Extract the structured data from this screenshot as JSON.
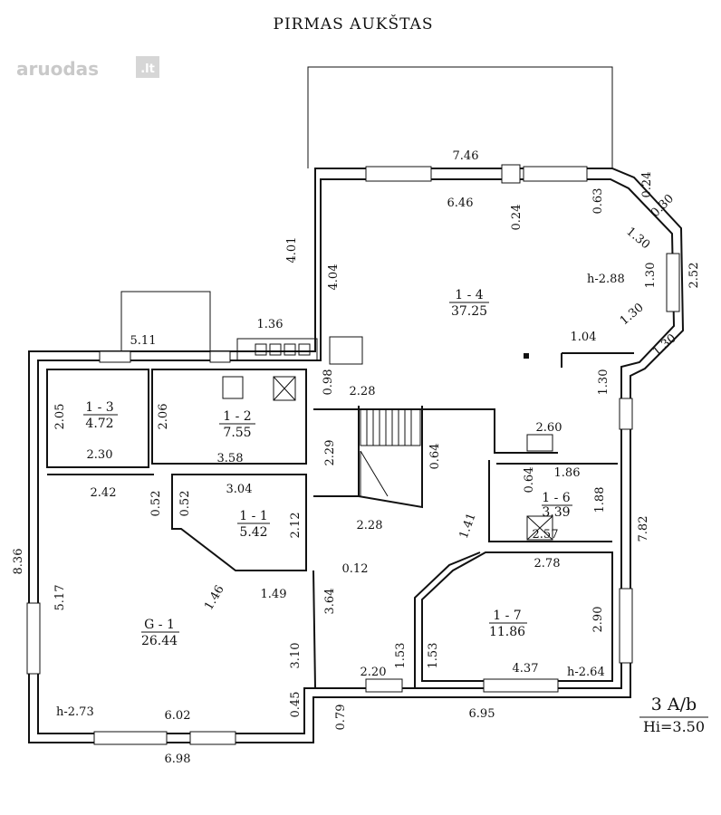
{
  "title": "PIRMAS AUKŠTAS",
  "watermark": {
    "text": "aruodas",
    "tld": ".lt"
  },
  "rooms": [
    {
      "id": "1 - 4",
      "area": "37.25"
    },
    {
      "id": "1 - 3",
      "area": "4.72"
    },
    {
      "id": "1 - 2",
      "area": "7.55"
    },
    {
      "id": "1 - 1",
      "area": "5.42"
    },
    {
      "id": "1 - 6",
      "area": "3.39"
    },
    {
      "id": "1 - 7",
      "area": "11.86"
    },
    {
      "id": "G - 1",
      "area": "26.44"
    }
  ],
  "heights": [
    "h-2.88",
    "h-2.64",
    "h-2.73"
  ],
  "stamp": {
    "line1": "3 A/b",
    "line2": "Hi=3.50"
  },
  "dimensions": [
    "7.46",
    "6.46",
    "0.24",
    "0.63",
    "0.24",
    "0.30",
    "1.30",
    "1.30",
    "2.52",
    "1.30",
    "1.30",
    "4.01",
    "4.04",
    "1.04",
    "1.30",
    "1.36",
    "5.11",
    "0.98",
    "2.28",
    "2.05",
    "2.30",
    "2.06",
    "3.58",
    "2.60",
    "2.29",
    "0.64",
    "0.64",
    "1.86",
    "1.88",
    "2.57",
    "2.42",
    "0.52",
    "0.52",
    "3.04",
    "2.12",
    "2.28",
    "1.41",
    "2.78",
    "7.82",
    "8.36",
    "5.17",
    "1.46",
    "1.49",
    "0.12",
    "3.64",
    "2.90",
    "3.10",
    "1.53",
    "1.53",
    "4.37",
    "2.20",
    "0.45",
    "h-2.73",
    "6.02",
    "0.79",
    "6.95",
    "6.98"
  ]
}
